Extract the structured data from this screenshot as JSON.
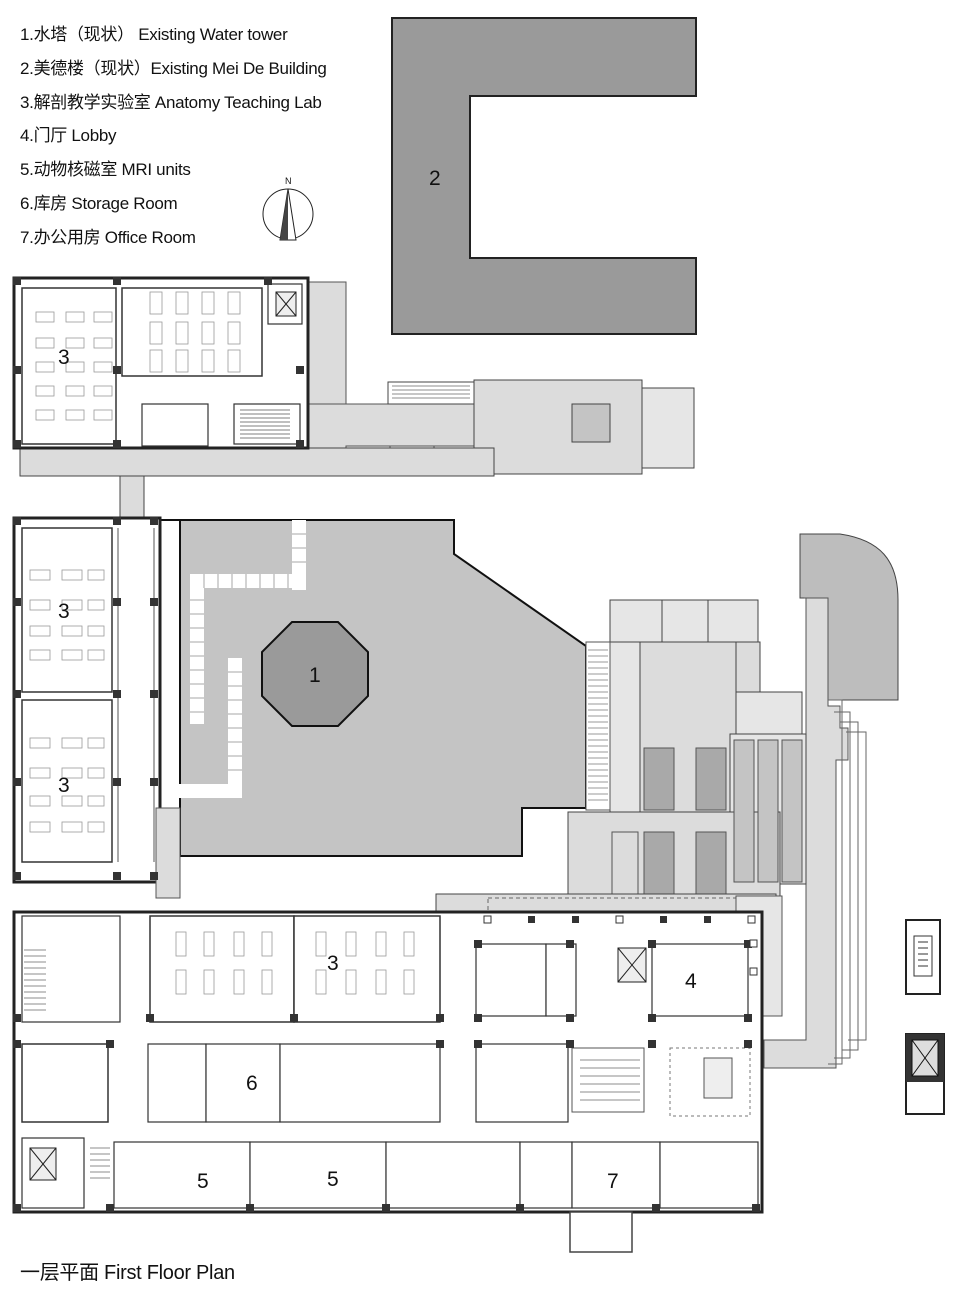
{
  "legend": [
    {
      "text": "1.水塔（现状） Existing Water tower"
    },
    {
      "text": "2.美德楼（现状）Existing Mei De Building"
    },
    {
      "text": "3.解剖教学实验室 Anatomy Teaching Lab"
    },
    {
      "text": "4.门厅  Lobby"
    },
    {
      "text": "5.动物核磁室  MRI units"
    },
    {
      "text": "6.库房  Storage Room"
    },
    {
      "text": "7.办公用房  Office Room"
    }
  ],
  "north_label": "N",
  "caption": "一层平面   First Floor Plan",
  "labels": {
    "water_tower": "1",
    "mei_de": "2",
    "lab_north": "3",
    "lab_west_upper": "3",
    "lab_west_lower": "3",
    "lab_center": "3",
    "lobby": "4",
    "mri_1": "5",
    "mri_2": "5",
    "storage": "6",
    "office": "7"
  },
  "colors": {
    "existing_dark": "#9a9a9a",
    "courtyard": "#c4c4c4",
    "paving": "#dcdcdc",
    "roof": "#e6e6e6",
    "block": "#a9a9a9",
    "wall": "#222222",
    "column": "#333333"
  }
}
